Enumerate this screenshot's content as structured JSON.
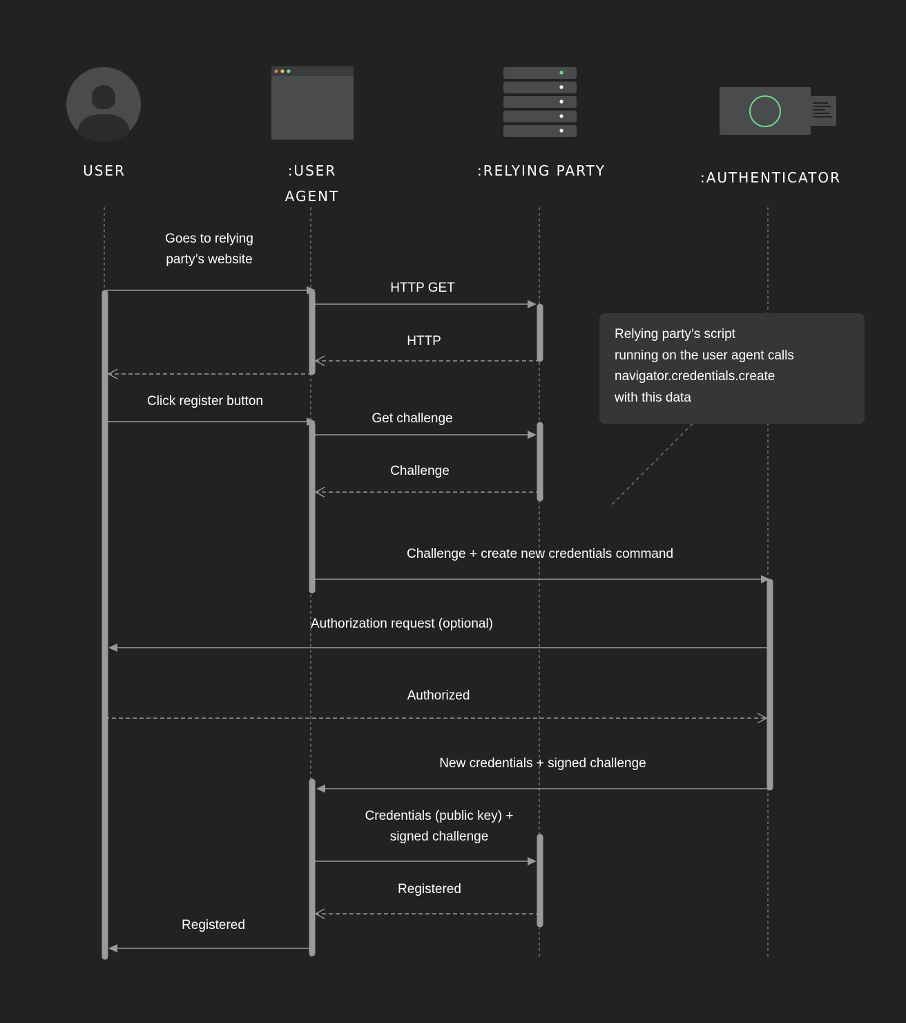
{
  "participants": [
    {
      "id": "user",
      "label": "USER",
      "icon": "user-avatar-icon"
    },
    {
      "id": "agent",
      "label_lines": [
        ":USER",
        "AGENT"
      ],
      "icon": "browser-window-icon"
    },
    {
      "id": "rp",
      "label": ":RELYING PARTY",
      "icon": "server-icon"
    },
    {
      "id": "auth",
      "label": ":AUTHENTICATOR",
      "icon": "security-key-icon"
    }
  ],
  "messages": [
    {
      "id": "m1",
      "lines": [
        "Goes to relying",
        "party’s website"
      ],
      "from": "user",
      "to": "agent",
      "style": "solid"
    },
    {
      "id": "m2",
      "lines": [
        "HTTP GET"
      ],
      "from": "agent",
      "to": "rp",
      "style": "solid"
    },
    {
      "id": "m3",
      "lines": [
        "HTTP"
      ],
      "from": "rp",
      "to": "agent",
      "style": "dashed"
    },
    {
      "id": "m4",
      "lines": [],
      "from": "agent",
      "to": "user",
      "style": "dashed"
    },
    {
      "id": "m5",
      "lines": [
        "Click register button"
      ],
      "from": "user",
      "to": "agent",
      "style": "solid"
    },
    {
      "id": "m6",
      "lines": [
        "Get challenge"
      ],
      "from": "agent",
      "to": "rp",
      "style": "solid"
    },
    {
      "id": "m7",
      "lines": [
        "Challenge"
      ],
      "from": "rp",
      "to": "agent",
      "style": "dashed"
    },
    {
      "id": "m8",
      "lines": [
        "Challenge + create new credentials command"
      ],
      "from": "agent",
      "to": "auth",
      "style": "solid"
    },
    {
      "id": "m9",
      "lines": [
        "Authorization request (optional)"
      ],
      "from": "auth",
      "to": "user",
      "style": "solid"
    },
    {
      "id": "m10",
      "lines": [
        "Authorized"
      ],
      "from": "user",
      "to": "auth",
      "style": "dashed"
    },
    {
      "id": "m11",
      "lines": [
        "New credentials + signed challenge"
      ],
      "from": "auth",
      "to": "agent",
      "style": "solid"
    },
    {
      "id": "m12",
      "lines": [
        "Credentials (public key) +",
        "signed challenge"
      ],
      "from": "agent",
      "to": "rp",
      "style": "solid"
    },
    {
      "id": "m13",
      "lines": [
        "Registered"
      ],
      "from": "rp",
      "to": "agent",
      "style": "dashed"
    },
    {
      "id": "m14",
      "lines": [
        "Registered"
      ],
      "from": "agent",
      "to": "user",
      "style": "solid"
    }
  ],
  "note": {
    "lines": [
      "Relying party’s script",
      "running on the user agent calls",
      "navigator.credentials.create",
      "with this data"
    ]
  },
  "colors": {
    "background": "#212224",
    "lifeline": "#8a8a8a",
    "activation": "#9a9a9a",
    "note_bg": "#353637",
    "icon_fill": "#4a4b4c",
    "accent_green": "#6fd88a"
  }
}
